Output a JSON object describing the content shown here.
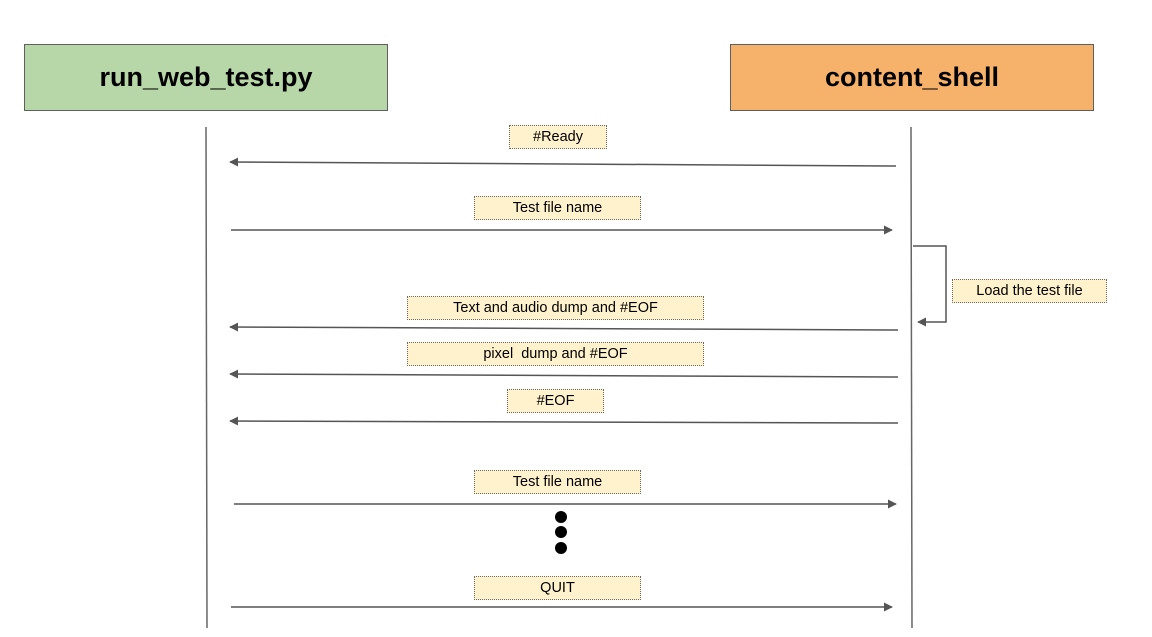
{
  "actors": {
    "left": {
      "label": "run_web_test.py",
      "color": "#b7d7a8"
    },
    "right": {
      "label": "content_shell",
      "color": "#f6b26b"
    }
  },
  "messages": [
    {
      "label": "#Ready",
      "direction": "right-to-left"
    },
    {
      "label": "Test file name",
      "direction": "left-to-right"
    },
    {
      "label": "Text and audio dump and #EOF",
      "direction": "right-to-left"
    },
    {
      "label": "pixel  dump and #EOF",
      "direction": "right-to-left"
    },
    {
      "label": "#EOF",
      "direction": "right-to-left"
    },
    {
      "label": "Test file name",
      "direction": "left-to-right"
    },
    {
      "label": "QUIT",
      "direction": "left-to-right"
    }
  ],
  "self_message": {
    "label": "Load the test file"
  },
  "colors": {
    "note_fill": "#fff2cc",
    "line": "#555555",
    "lifeline": "#666666"
  }
}
